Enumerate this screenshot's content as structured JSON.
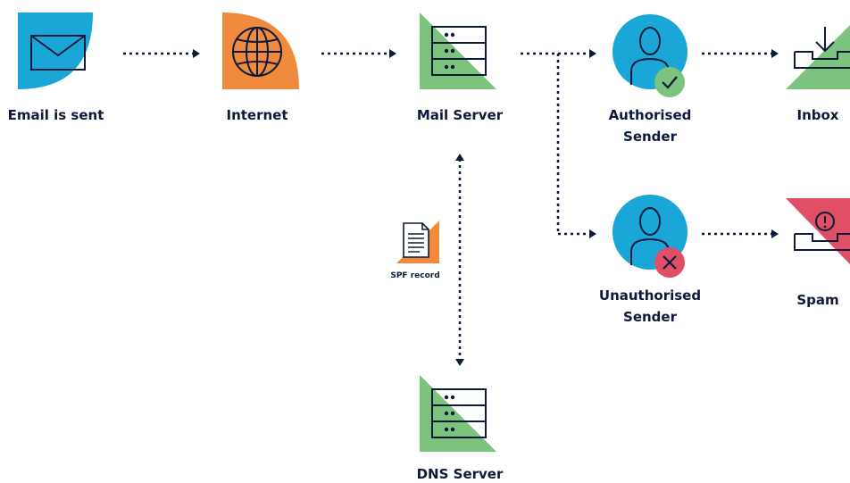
{
  "nodes": {
    "email": {
      "label": "Email is sent"
    },
    "internet": {
      "label": "Internet"
    },
    "mail_server": {
      "label": "Mail Server"
    },
    "authorised": {
      "line1": "Authorised",
      "line2": "Sender"
    },
    "unauthorised": {
      "line1": "Unauthorised",
      "line2": "Sender"
    },
    "inbox": {
      "label": "Inbox"
    },
    "spam": {
      "label": "Spam"
    },
    "dns_server": {
      "label": "DNS Server"
    },
    "spf_record": {
      "label": "SPF record"
    }
  },
  "colors": {
    "navy": "#0d1a3a",
    "blue": "#1aa7d8",
    "orange": "#f08a3c",
    "green": "#7cc47e",
    "red": "#e14f66"
  }
}
